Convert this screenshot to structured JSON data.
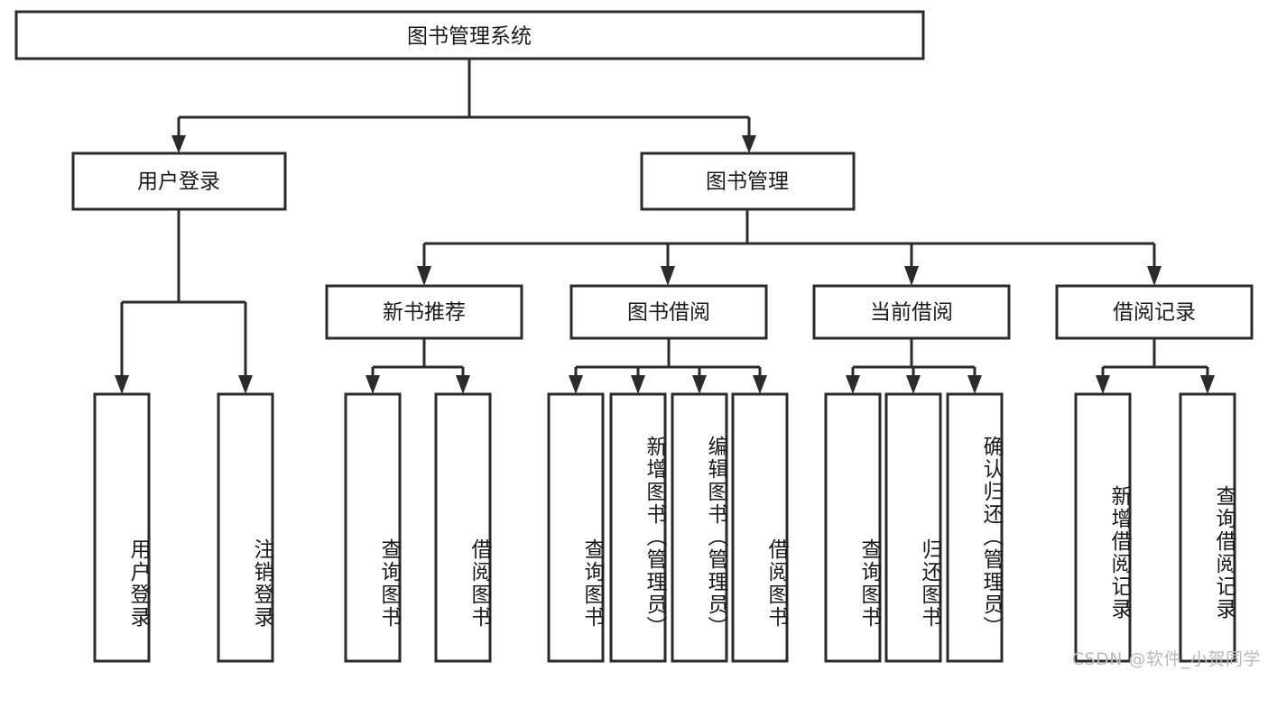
{
  "diagram": {
    "title": "图书管理系统",
    "type": "tree-hierarchy",
    "watermark": "CSDN @软件_小贺同学",
    "colors": {
      "stroke": "#2b2b2b",
      "box_fill": "#ffffff",
      "text": "#1a1a1a",
      "background": "#ffffff",
      "watermark": "#b9b9b9"
    },
    "root": {
      "label": "图书管理系统"
    },
    "level2": [
      {
        "label": "用户登录"
      },
      {
        "label": "图书管理"
      }
    ],
    "level3": [
      {
        "label": "新书推荐"
      },
      {
        "label": "图书借阅"
      },
      {
        "label": "当前借阅"
      },
      {
        "label": "借阅记录"
      }
    ],
    "leaves": {
      "user_login": [
        {
          "label": "用户登录"
        },
        {
          "label": "注销登录"
        }
      ],
      "new_book": [
        {
          "label": "查询图书"
        },
        {
          "label": "借阅图书"
        }
      ],
      "book_borrow": [
        {
          "label": "查询图书"
        },
        {
          "label": "新增图书（管理员）"
        },
        {
          "label": "编辑图书（管理员）"
        },
        {
          "label": "借阅图书"
        }
      ],
      "current_borrow": [
        {
          "label": "查询图书"
        },
        {
          "label": "归还图书"
        },
        {
          "label": "确认归还（管理员）"
        }
      ],
      "borrow_record": [
        {
          "label": "新增借阅记录"
        },
        {
          "label": "查询借阅记录"
        }
      ]
    }
  }
}
